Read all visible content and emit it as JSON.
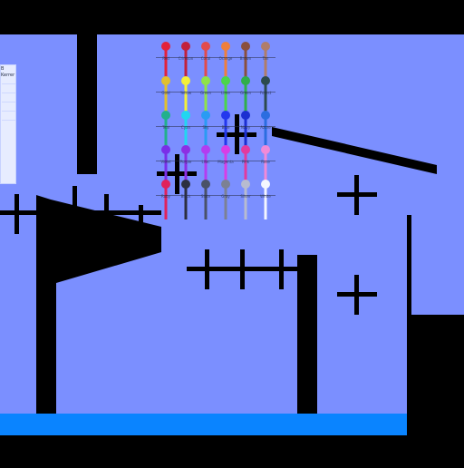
{
  "scene": {
    "background": "#7b8fff",
    "frame_color": "#000000",
    "water_color": "#0a84ff"
  },
  "side_panel": {
    "title": "B",
    "subtitle": "Kerrer"
  },
  "palette": {
    "rows": [
      [
        {
          "color": "#e3223b",
          "label": "Red"
        },
        {
          "color": "#c2213b",
          "label": "Crimson"
        },
        {
          "color": "#e24b4b",
          "label": "Coral"
        },
        {
          "color": "#ef7f3d",
          "label": "Orange"
        },
        {
          "color": "#8a4f3e",
          "label": "Brown"
        },
        {
          "color": "#b07d6a",
          "label": "Tan"
        }
      ],
      [
        {
          "color": "#e0c030",
          "label": "Gold"
        },
        {
          "color": "#f3f03a",
          "label": "Yellow"
        },
        {
          "color": "#8fe24a",
          "label": "Green"
        },
        {
          "color": "#4bd64b",
          "label": "Lime"
        },
        {
          "color": "#2fae4b",
          "label": "Green"
        },
        {
          "color": "#2c4a4d",
          "label": "Forest"
        }
      ],
      [
        {
          "color": "#22b08c",
          "label": "Teal"
        },
        {
          "color": "#22d6f0",
          "label": "Cyan"
        },
        {
          "color": "#2a9bf3",
          "label": "Sky"
        },
        {
          "color": "#2337ee",
          "label": "Blue"
        },
        {
          "color": "#1c2fd1",
          "label": "Navy"
        },
        {
          "color": "#2b6de0",
          "label": "Azure"
        }
      ],
      [
        {
          "color": "#7a2ee8",
          "label": "Violet"
        },
        {
          "color": "#8d2ee3",
          "label": "Purple"
        },
        {
          "color": "#b33cf0",
          "label": "Lilac"
        },
        {
          "color": "#d83de6",
          "label": "Magenta"
        },
        {
          "color": "#e23a9f",
          "label": "Pink"
        },
        {
          "color": "#f08ad8",
          "label": "Rose"
        }
      ],
      [
        {
          "color": "#e0225b",
          "label": "Ruby"
        },
        {
          "color": "#2c2f3f",
          "label": "Black"
        },
        {
          "color": "#4a5268",
          "label": "Slate"
        },
        {
          "color": "#7c8194",
          "label": "Gray"
        },
        {
          "color": "#b7bbd0",
          "label": "Silver"
        },
        {
          "color": "#f4f6ff",
          "label": "White"
        }
      ]
    ]
  }
}
